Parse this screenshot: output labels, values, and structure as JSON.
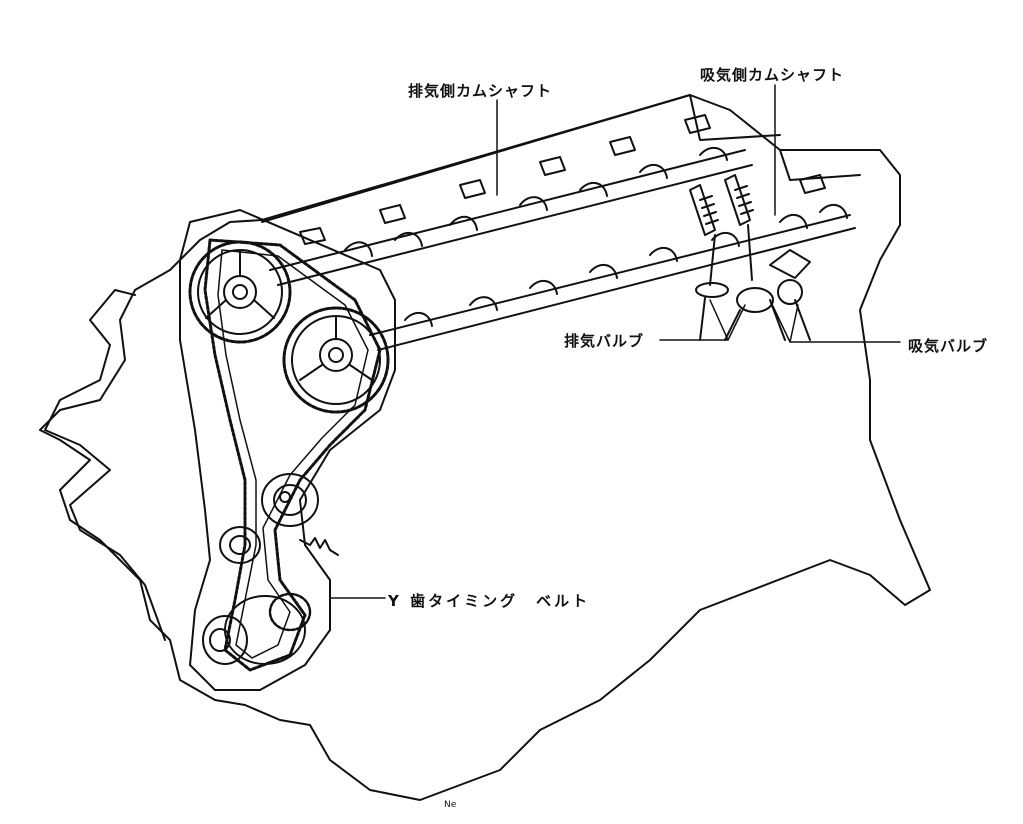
{
  "labels": {
    "exhaust_camshaft": "排気側カムシャフト",
    "intake_camshaft": "吸気側カムシャフト",
    "exhaust_valve": "排気バルブ",
    "intake_valve": "吸気バルブ",
    "timing_belt": "Y 歯タイミング　ベルト",
    "small_mark": "Ne"
  },
  "colors": {
    "ink": "#111111",
    "paper": "#ffffff"
  }
}
